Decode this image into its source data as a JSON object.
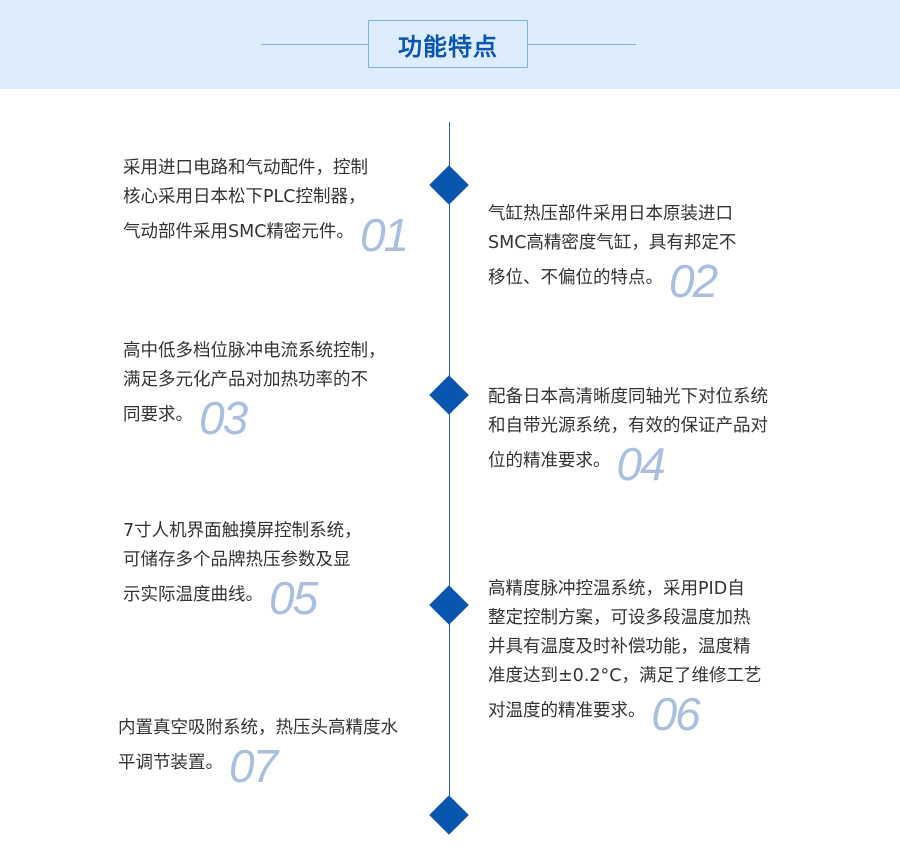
{
  "header": {
    "title": "功能特点"
  },
  "features": [
    {
      "number": "01",
      "lines": [
        "采用进口电路和气动配件，控制",
        "核心采用日本松下PLC控制器，",
        "气动部件采用SMC精密元件。"
      ]
    },
    {
      "number": "02",
      "lines": [
        "气缸热压部件采用日本原装进口",
        "SMC高精密度气缸，具有邦定不",
        "移位、不偏位的特点。"
      ]
    },
    {
      "number": "03",
      "lines": [
        "高中低多档位脉冲电流系统控制，",
        "满足多元化产品对加热功率的不",
        "同要求。"
      ]
    },
    {
      "number": "04",
      "lines": [
        "配备日本高清晰度同轴光下对位系统",
        "和自带光源系统，有效的保证产品对",
        "位的精准要求。"
      ]
    },
    {
      "number": "05",
      "lines": [
        "7寸人机界面触摸屏控制系统，",
        "可储存多个品牌热压参数及显",
        "示实际温度曲线。"
      ]
    },
    {
      "number": "06",
      "lines": [
        "高精度脉冲控温系统，采用PID自",
        "整定控制方案，可设多段温度加热",
        "并具有温度及时补偿功能，温度精",
        "准度达到±0.2°C，满足了维修工艺",
        "对温度的精准要求。"
      ]
    },
    {
      "number": "07",
      "lines": [
        "内置真空吸附系统，热压头高精度水",
        "平调节装置。"
      ]
    }
  ]
}
